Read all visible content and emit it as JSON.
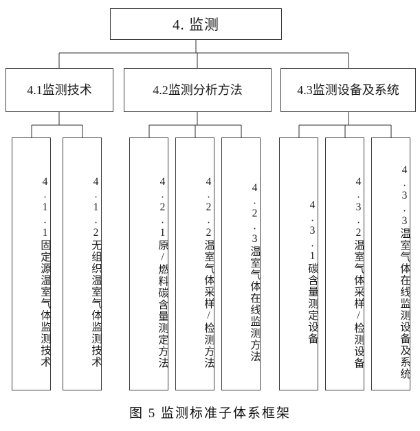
{
  "figure": {
    "root": {
      "label": "4. 监测"
    },
    "categories": [
      {
        "label": "4.1监测技术"
      },
      {
        "label": "4.2监测分析方法"
      },
      {
        "label": "4.3监测设备及系统"
      }
    ],
    "leaves": [
      {
        "label": "4.1.1固定源温室气体监测技术"
      },
      {
        "label": "4.1.2无组织温室气体监测技术"
      },
      {
        "label": "4.2.1原/燃料碳含量测定方法"
      },
      {
        "label": "4.2.2温室气体采样/检测方法"
      },
      {
        "label": "4.2.3温室气体在线监测方法"
      },
      {
        "label": "4.3.1碳含量测定设备"
      },
      {
        "label": "4.3.2温室气体采样/检测设备"
      },
      {
        "label": "4.3.3温室气体在线监测设备及系统"
      }
    ],
    "caption": "图 5 监测标准子体系框架",
    "colors": {
      "border": "#3a3a3a",
      "line": "#2b2b2b",
      "background": "#ffffff",
      "text": "#1a1a1a"
    }
  }
}
